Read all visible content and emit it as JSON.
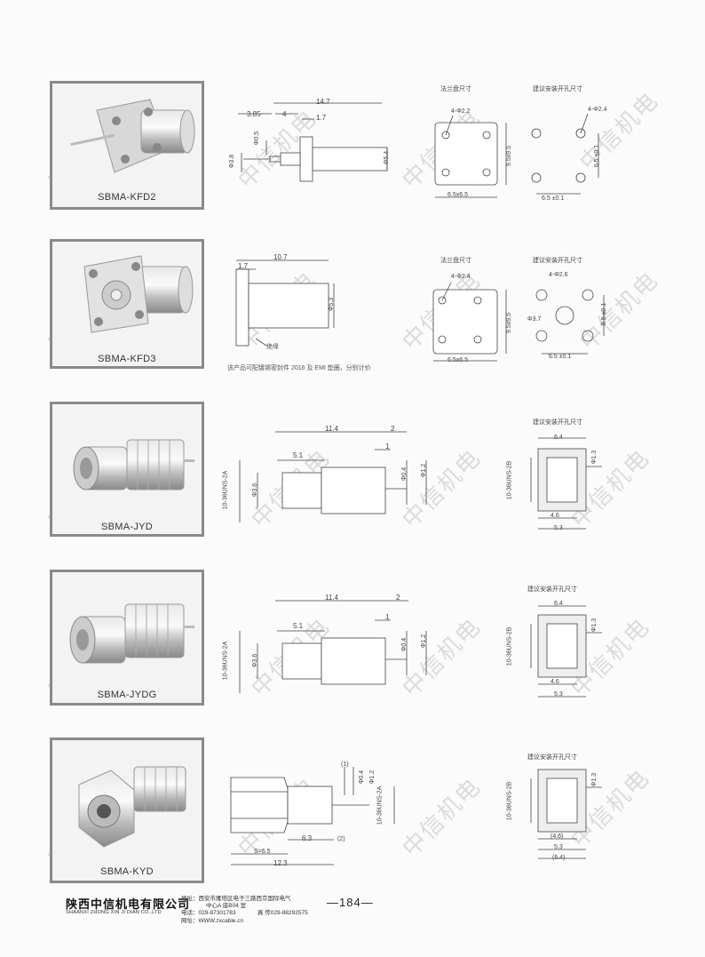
{
  "watermark": "中信机电",
  "products": [
    {
      "name": "SBMA-KFD2",
      "flange_caption": "法兰盘尺寸",
      "hole_caption": "建议安装开孔尺寸",
      "dims": {
        "total": "14.7",
        "a": "3.85",
        "b": "4",
        "c": "1.7",
        "d1": "Φ0.5",
        "d2": "Φ3.8",
        "d3": "Φ5.4",
        "flange_hole": "4-Φ2.2",
        "flange_w": "6.5x6.5",
        "flange_h": "9.5x9.5",
        "mount_hole": "4-Φ2.4",
        "mount_w": "6.5 ±0.1",
        "mount_h": "6.5 ±0.1"
      }
    },
    {
      "name": "SBMA-KFD3",
      "flange_caption": "法兰盘尺寸",
      "hole_caption": "建议安装开孔尺寸",
      "note": "该产品可配镀锡密封件 2016 及 EMI 垫圈，分别计价",
      "label_insulator": "绝缘",
      "dims": {
        "total": "10.7",
        "c": "1.7",
        "d3": "Φ5.3",
        "flange_hole": "4-Φ2.4",
        "flange_w": "6.5x6.5",
        "flange_h": "9.5x9.5",
        "mount_hole": "4-Φ2.6",
        "mount_center": "Φ3.7",
        "mount_w": "6.5 ±0.1",
        "mount_h": "6.5 ±0.1"
      }
    },
    {
      "name": "SBMA-JYD",
      "hole_caption": "建议安装开孔尺寸",
      "dims": {
        "total": "11.4",
        "a": "2",
        "b": "5.1",
        "c": "1",
        "d1": "Φ0.4",
        "d2": "Φ1.2",
        "d3": "Φ3.6",
        "thread": "10-36UNS-2A",
        "mthread": "10-36UNS-2B",
        "m1": "6.4",
        "m2": "4.6",
        "m3": "5.3",
        "m4": "Φ1.3"
      }
    },
    {
      "name": "SBMA-JYDG",
      "hole_caption": "建议安装开孔尺寸",
      "dims": {
        "total": "11.4",
        "a": "2",
        "b": "5.1",
        "c": "1",
        "d1": "Φ0.4",
        "d2": "Φ1.2",
        "d3": "Φ3.6",
        "thread": "10-36UNS-2A",
        "mthread": "10-36UNS-2B",
        "m1": "6.4",
        "m2": "4.6",
        "m3": "5.3",
        "m4": "Φ1.3"
      }
    },
    {
      "name": "SBMA-KYD",
      "hole_caption": "建议安装开孔尺寸",
      "dims": {
        "p1": "(1)",
        "d1": "Φ0.4",
        "d2": "Φ1.2",
        "thread": "10-36UNS-2A",
        "hex": "S=6.5",
        "mid": "6.3",
        "p2": "(2)",
        "total": "12.3",
        "mthread": "10-36UNS-2B",
        "m2": "(4.6)",
        "m3": "5.3",
        "m5": "(6.4)",
        "m4": "Φ1.3"
      }
    }
  ],
  "footer": {
    "company_cn": "陕西中信机电有限公司",
    "company_en": "SHAANXI ZHONG XIN JI DIAN CO.,LTD",
    "address1": "地址：西安市雁塔区电子三路西京国际电气",
    "address2": "中心A 座B04 室",
    "phone": "电话：029-87301783",
    "fax": "真 传029-88292575",
    "web": "网址：WWW.zxcable.cn",
    "page": "—184—"
  }
}
